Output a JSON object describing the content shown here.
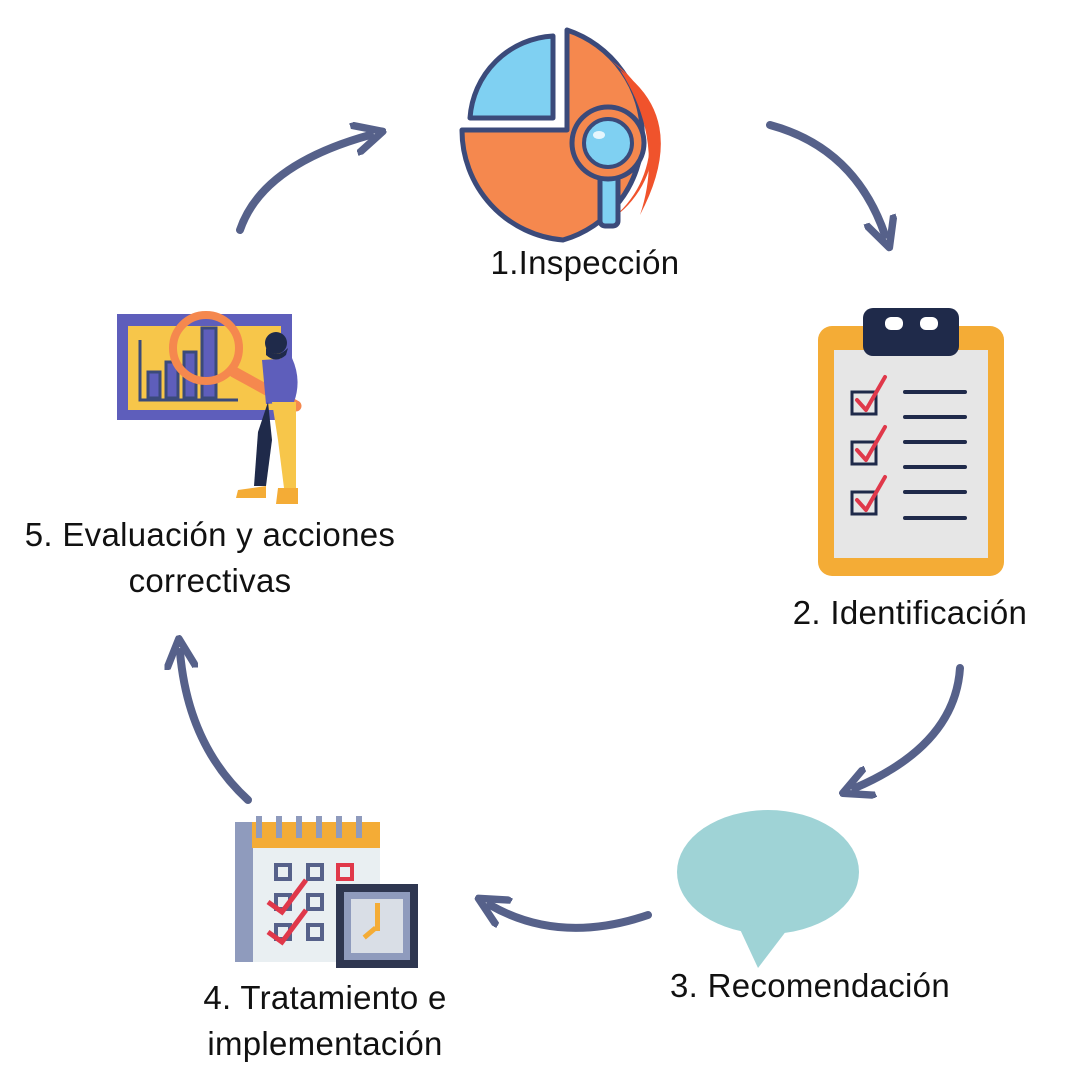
{
  "steps": [
    {
      "number": 1,
      "label": "1.Inspección",
      "icon": "pie-chart-magnifier-icon"
    },
    {
      "number": 2,
      "label": "2. Identificación",
      "icon": "clipboard-checklist-icon"
    },
    {
      "number": 3,
      "label": "3. Recomendación",
      "icon": "speech-bubble-icon"
    },
    {
      "number": 4,
      "label_lines": [
        "4. Tratamiento e",
        "implementación"
      ],
      "icon": "calendar-clock-icon"
    },
    {
      "number": 5,
      "label_lines": [
        "5. Evaluación y acciones",
        "correctivas"
      ],
      "icon": "person-analyzing-chart-icon"
    }
  ],
  "colors": {
    "arrow": "#56618a",
    "outline": "#3b4a7a",
    "orange": "#f5884e",
    "orange_dark": "#f0532c",
    "light_blue": "#7fd0f2",
    "clipboard_yellow": "#f4ac36",
    "clipboard_paper": "#e6e6e6",
    "navy": "#1f2a4a",
    "check_red": "#e0384a",
    "bubble_teal": "#9fd3d6",
    "calendar_gray": "#8f9bbd",
    "purple": "#5e5ebb",
    "screen_yellow": "#f7c64a"
  }
}
